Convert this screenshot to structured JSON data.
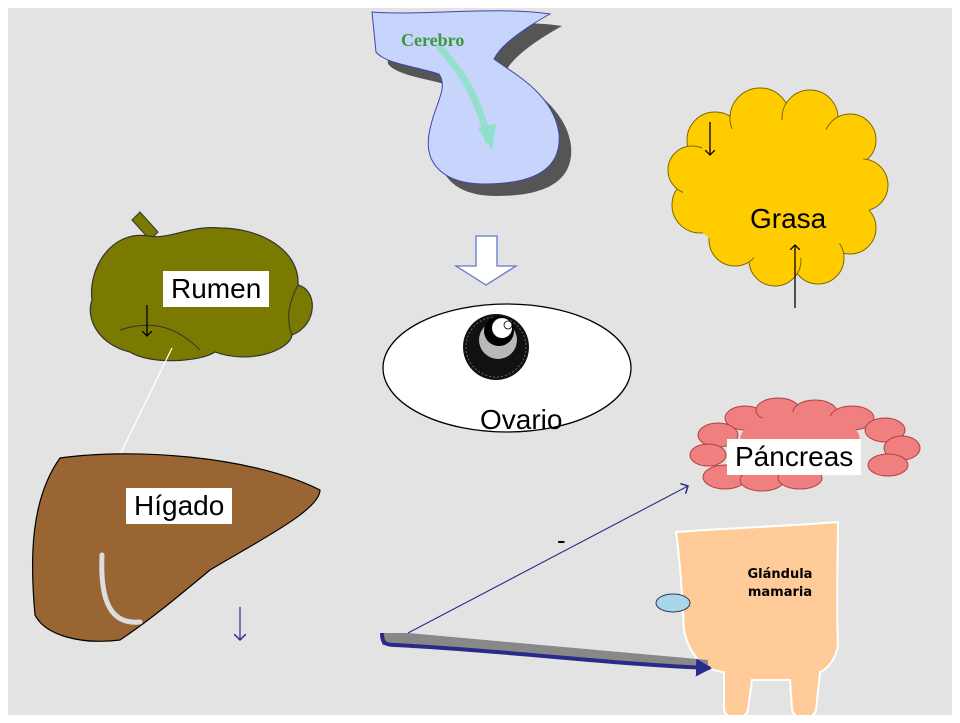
{
  "diagram": {
    "labels": {
      "cerebro": "Cerebro",
      "grasa": "Grasa",
      "rumen": "Rumen",
      "ovario": "Ovario",
      "pancreas": "Páncreas",
      "higado": "Hígado",
      "minus": "-",
      "glandula_line1": "Glándula",
      "glandula_line2": "mamaria"
    },
    "colors": {
      "background": "#e3e3e3",
      "brain": "#c7d4fb",
      "brain_label": "#3a9a3a",
      "fat": "#ffcc00",
      "rumen": "#7a7a00",
      "liver": "#996633",
      "pancreas": "#f08080",
      "udder": "#ffcc99",
      "arrow_blue": "#2a2a8a"
    }
  }
}
